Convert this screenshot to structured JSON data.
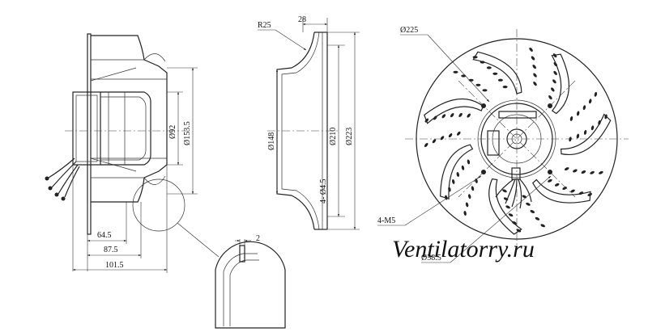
{
  "side_view": {
    "dims": {
      "d_motor": "Ø92",
      "d_inlet": "Ø153.5",
      "len_1": "64.5",
      "len_2": "87.5",
      "len_3": "101.5"
    },
    "detail_gap": "2"
  },
  "profile_view": {
    "dims": {
      "radius": "R25",
      "height": "28",
      "d_148": "Ø148",
      "d_210": "Ø210",
      "d_223": "Ø223",
      "holes": "4- Ø4.5"
    }
  },
  "front_view": {
    "dims": {
      "d_outer": "Ø225",
      "threads": "4-M5",
      "d_bolt_circle": "Ø58.5"
    }
  },
  "watermark": "Ventilatorry.ru"
}
